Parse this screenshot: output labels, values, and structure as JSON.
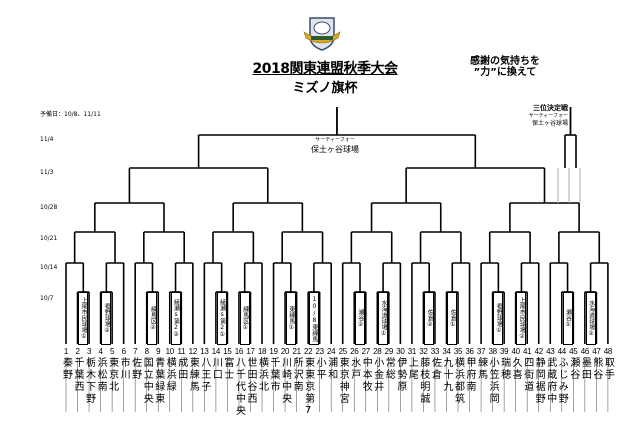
{
  "header": {
    "logo_text": "LSBA",
    "title": "2018関東連盟秋季大会",
    "subtitle": "ミズノ旗杯",
    "slogan_line1": "感謝の気持ちを",
    "slogan_line2": "”力”に換えて"
  },
  "rounds": {
    "reserve": "予備日：10/8、11/11",
    "final": "11/4",
    "semi": "11/3",
    "quarter": "10/28",
    "r3": "10/21",
    "r2": "10/14",
    "r1": "10/7"
  },
  "final_venue": {
    "sub": "サーティーフォー",
    "name": "保土ヶ谷球場"
  },
  "third_place": {
    "title": "三位決定戦",
    "sub": "サーティーフォー",
    "name": "保土ヶ谷球場"
  },
  "teams": [
    "秦野",
    "千葉西",
    "栃木下野",
    "浜松南",
    "東京北",
    "市川",
    "佐野",
    "国立中央",
    "青葉緑東",
    "横浜緑",
    "成田",
    "東練馬",
    "八王子",
    "川口",
    "富士",
    "八千代中央",
    "世田谷西",
    "横浜北",
    "千葉市",
    "川崎中央",
    "所沢南",
    "東東京第7",
    "小平",
    "浦和",
    "東京神宮",
    "水戸",
    "中本牧",
    "小金井",
    "常総",
    "伊勢原",
    "上尾",
    "藤枝明誠",
    "佐倉",
    "九十九",
    "横浜都筑",
    "甲府南",
    "練馬",
    "小笠浜岡",
    "瑞穂",
    "久喜",
    "四街道",
    "静岡裾野",
    "武蔵府中",
    "ふじみ野",
    "瀬谷",
    "墨田",
    "熊谷",
    "取手"
  ],
  "first_round_venues": [
    {
      "pair": [
        2,
        3
      ],
      "venue": "上尾市民球場①"
    },
    {
      "pair": [
        4,
        5
      ],
      "venue": "裾野球場②"
    },
    {
      "pair": [
        8,
        9
      ],
      "venue": "練馬区②"
    },
    {
      "pair": [
        10,
        11
      ],
      "venue": "綾瀬s第2②"
    },
    {
      "pair": [
        14,
        15
      ],
      "venue": "綾瀬s第2①"
    },
    {
      "pair": [
        16,
        17
      ],
      "venue": "練馬区①"
    },
    {
      "pair": [
        20,
        21
      ],
      "venue": "東練馬①"
    },
    {
      "pair": [
        22,
        23
      ],
      "venue": "10/8東練馬①"
    },
    {
      "pair": [
        26,
        27
      ],
      "venue": "瀬谷②"
    },
    {
      "pair": [
        28,
        29
      ],
      "venue": "水海道球場①"
    },
    {
      "pair": [
        32,
        33
      ],
      "venue": "佐倉②"
    },
    {
      "pair": [
        34,
        35
      ],
      "venue": "佐倉①"
    },
    {
      "pair": [
        38,
        39
      ],
      "venue": "裾野球場①"
    },
    {
      "pair": [
        40,
        41
      ],
      "venue": "上尾市民球場②"
    },
    {
      "pair": [
        44,
        45
      ],
      "venue": "瀬谷①"
    },
    {
      "pair": [
        46,
        47
      ],
      "venue": "水海道球場②"
    }
  ]
}
